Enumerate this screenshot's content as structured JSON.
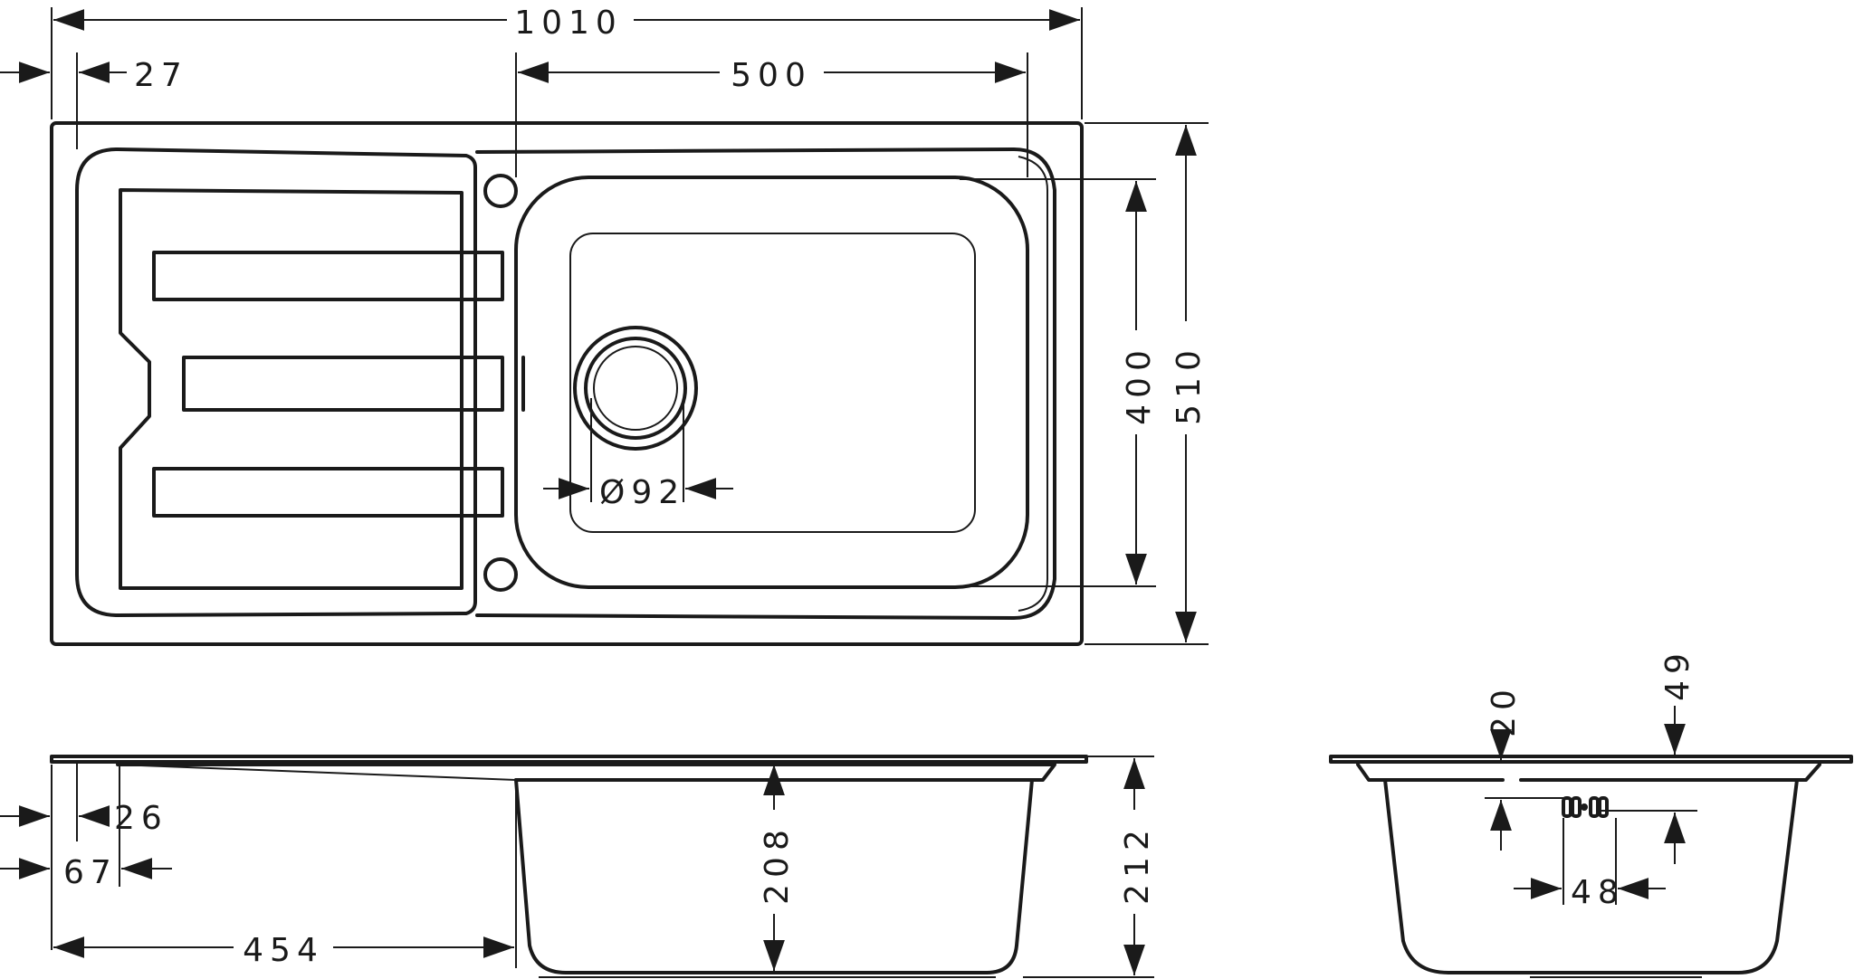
{
  "dimensions": {
    "overall_width": "1010",
    "drainer_offset": "27",
    "bowl_width": "500",
    "bowl_depth": "400",
    "overall_depth": "510",
    "waste_diameter": "Ø92",
    "rim_offset": "26",
    "edge_offset": "67",
    "bowl_position": "454",
    "bowl_height": "208",
    "total_height": "212",
    "rim_thickness": "20",
    "rim_height": "49",
    "clip_spacing": "48"
  },
  "colors": {
    "line": "#1a1a1a",
    "background": "#ffffff"
  }
}
